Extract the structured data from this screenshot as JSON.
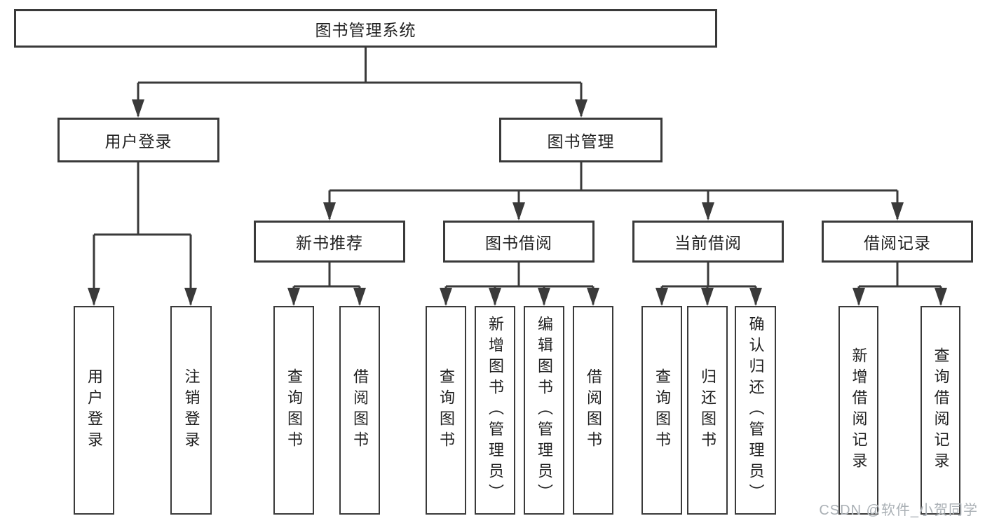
{
  "root": {
    "label": "图书管理系统"
  },
  "level1": [
    {
      "id": "user-login",
      "label": "用户登录",
      "parent": "图书管理系统"
    },
    {
      "id": "book-management",
      "label": "图书管理",
      "parent": "图书管理系统"
    }
  ],
  "level2": [
    {
      "id": "new-book-recommendation",
      "label": "新书推荐",
      "parent": "图书管理"
    },
    {
      "id": "book-borrowing",
      "label": "图书借阅",
      "parent": "图书管理"
    },
    {
      "id": "current-borrowing",
      "label": "当前借阅",
      "parent": "图书管理"
    },
    {
      "id": "borrowing-records",
      "label": "借阅记录",
      "parent": "图书管理"
    }
  ],
  "leaves": [
    {
      "label": "用户登录",
      "parent": "用户登录"
    },
    {
      "label": "注销登录",
      "parent": "用户登录"
    },
    {
      "label": "查询图书",
      "parent": "新书推荐"
    },
    {
      "label": "借阅图书",
      "parent": "新书推荐"
    },
    {
      "label": "查询图书",
      "parent": "图书借阅"
    },
    {
      "label": "新增图书（管理员）",
      "parent": "图书借阅"
    },
    {
      "label": "编辑图书（管理员）",
      "parent": "图书借阅"
    },
    {
      "label": "借阅图书",
      "parent": "图书借阅"
    },
    {
      "label": "查询图书",
      "parent": "当前借阅"
    },
    {
      "label": "归还图书",
      "parent": "当前借阅"
    },
    {
      "label": "确认归还（管理员）",
      "parent": "当前借阅"
    },
    {
      "label": "新增借阅记录",
      "parent": "借阅记录"
    },
    {
      "label": "查询借阅记录",
      "parent": "借阅记录"
    }
  ],
  "watermark": "CSDN @软件_小贺同学",
  "colors": {
    "line": "#3a3a3a",
    "text": "#1f1f1f",
    "background": "#ffffff",
    "watermark": "#aab0b5"
  }
}
